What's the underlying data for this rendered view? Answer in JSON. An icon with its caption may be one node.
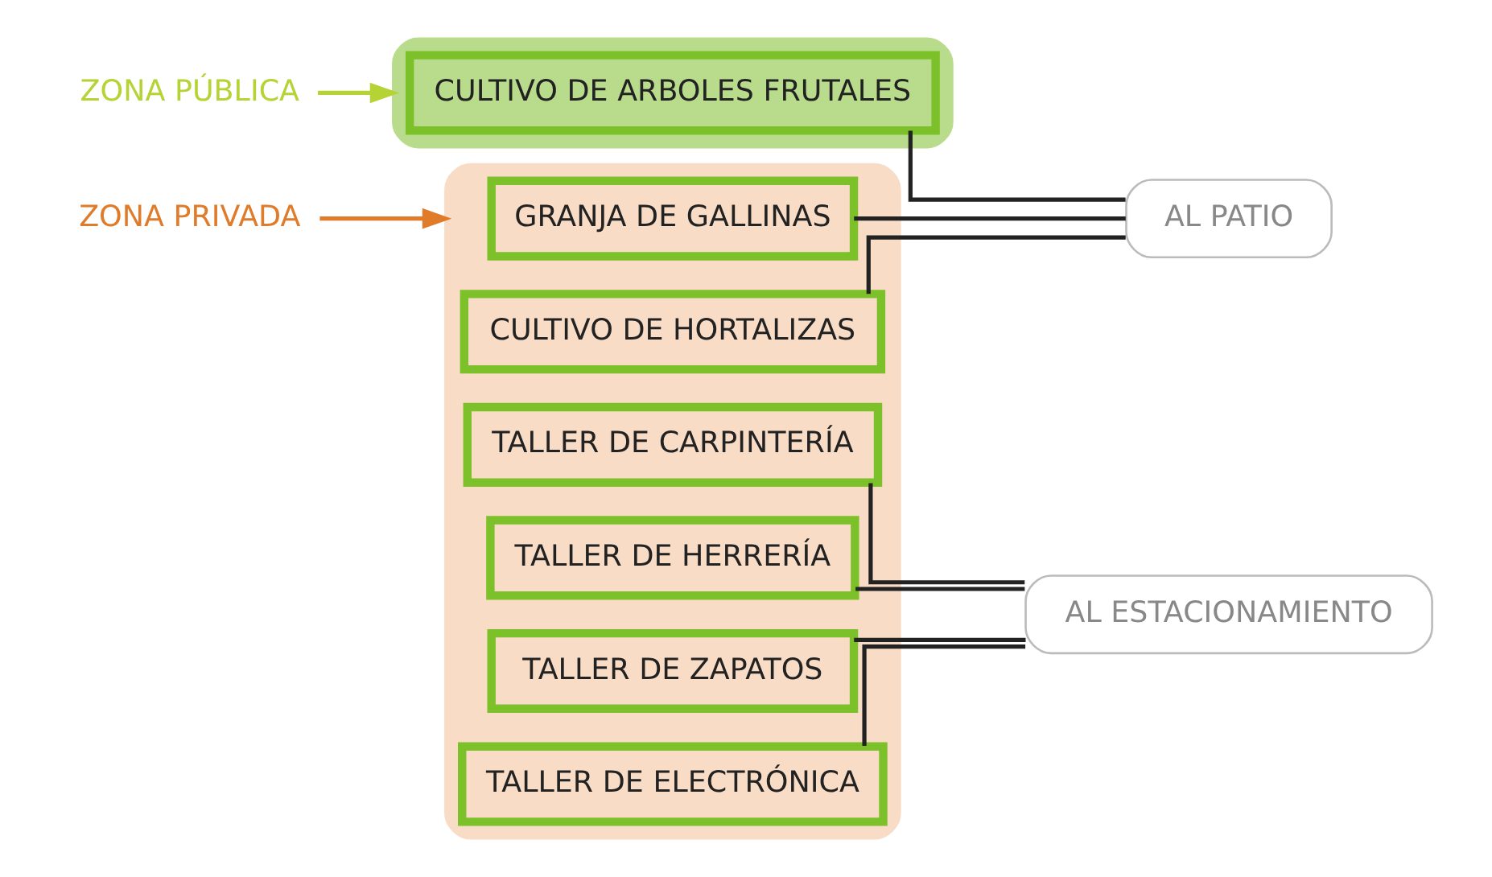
{
  "diagram": {
    "nodes": [
      {
        "text": [
          "ZONA PRIVADA"
        ]
      },
      {
        "text": [],
        "shape": "box"
      },
      {
        "text": [
          "GRANJA DE GALLINAS"
        ],
        "in": 1
      },
      {
        "text": [
          "CULTIVO DE HORTALIZAS"
        ],
        "in": 1
      },
      {
        "text": [
          "TALLER DE CARPINTERÍA"
        ],
        "in": 1
      },
      {
        "text": [
          "TALLER DE HERRERÍA"
        ],
        "in": 1
      },
      {
        "text": [
          "TALLER DE ZAPATOS"
        ],
        "in": 1
      },
      {
        "text": [
          "TALLER DE ELECTRÓNICA"
        ],
        "in": 1
      },
      {
        "text": [],
        "shape": "box"
      },
      {
        "text": [
          "CULTIVO DE ARBOLES FRUTALES"
        ],
        "in": 8
      },
      {
        "text": [
          "ZONA PÚBLICA"
        ]
      },
      {
        "text": [
          "AL PATIO"
        ]
      },
      {
        "text": [
          "AL ESTACIONAMIENTO"
        ]
      }
    ],
    "edges": [
      {
        "from": 0,
        "to": 1,
        "arrow": "to",
        "color": "#e07b2a"
      },
      {
        "from": 10,
        "to": 8,
        "arrow": "to",
        "color": "#b5d334"
      },
      {
        "from": 2,
        "to": 11,
        "arrow": "none"
      },
      {
        "from": 3,
        "to": 11,
        "arrow": "none"
      },
      {
        "from": 9,
        "to": 11,
        "arrow": "none"
      },
      {
        "from": 4,
        "to": 12,
        "arrow": "none"
      },
      {
        "from": 5,
        "to": 12,
        "arrow": "none"
      },
      {
        "from": 6,
        "to": 12,
        "arrow": "none"
      },
      {
        "from": 7,
        "to": 12,
        "arrow": "none"
      }
    ]
  }
}
